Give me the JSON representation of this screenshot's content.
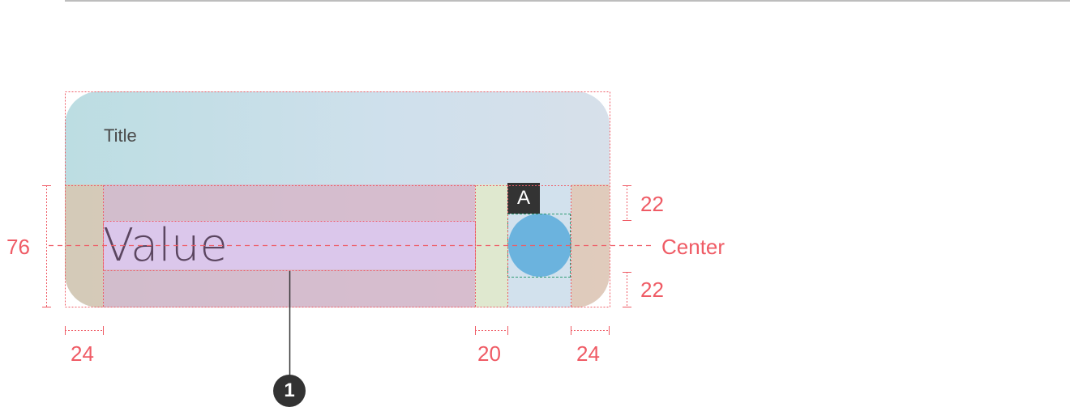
{
  "card": {
    "title": "Title",
    "value": "Value",
    "icon_tag": "A"
  },
  "dimensions": {
    "height": "76",
    "top_padding": "22",
    "bottom_padding": "22",
    "left_padding": "24",
    "icon_gap": "20",
    "right_padding": "24",
    "center_label": "Center"
  },
  "callout": {
    "number": "1"
  },
  "colors": {
    "redline": "#ef5b65",
    "icon_circle": "#6bb3de",
    "tag_bg": "#333333"
  }
}
